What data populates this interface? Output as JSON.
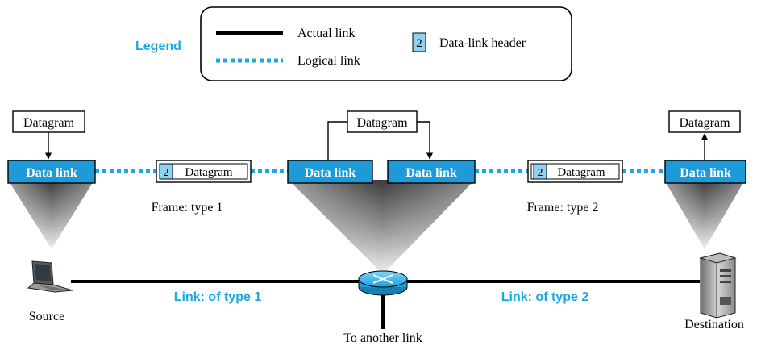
{
  "legend": {
    "title": "Legend",
    "actual_link": "Actual link",
    "logical_link": "Logical link",
    "header_badge": "2",
    "header_label": "Data-link header"
  },
  "layers": {
    "data_link": "Data link",
    "datagram": "Datagram"
  },
  "frames": {
    "frame1_header": "2",
    "frame1_body": "Datagram",
    "frame1_caption": "Frame: type 1",
    "frame2_header": "2",
    "frame2_body": "Datagram",
    "frame2_caption": "Frame: type 2"
  },
  "links": {
    "link1": "Link: of type 1",
    "link2": "Link: of type 2",
    "another": "To another link"
  },
  "nodes": {
    "source": "Source",
    "destination": "Destination"
  },
  "colors": {
    "accent_blue": "#1fa8e0",
    "box_blue": "#1e9ad8",
    "header_fill": "#8fd3f4"
  },
  "icons": {
    "source": "laptop-icon",
    "router": "router-icon",
    "destination": "server-icon"
  }
}
